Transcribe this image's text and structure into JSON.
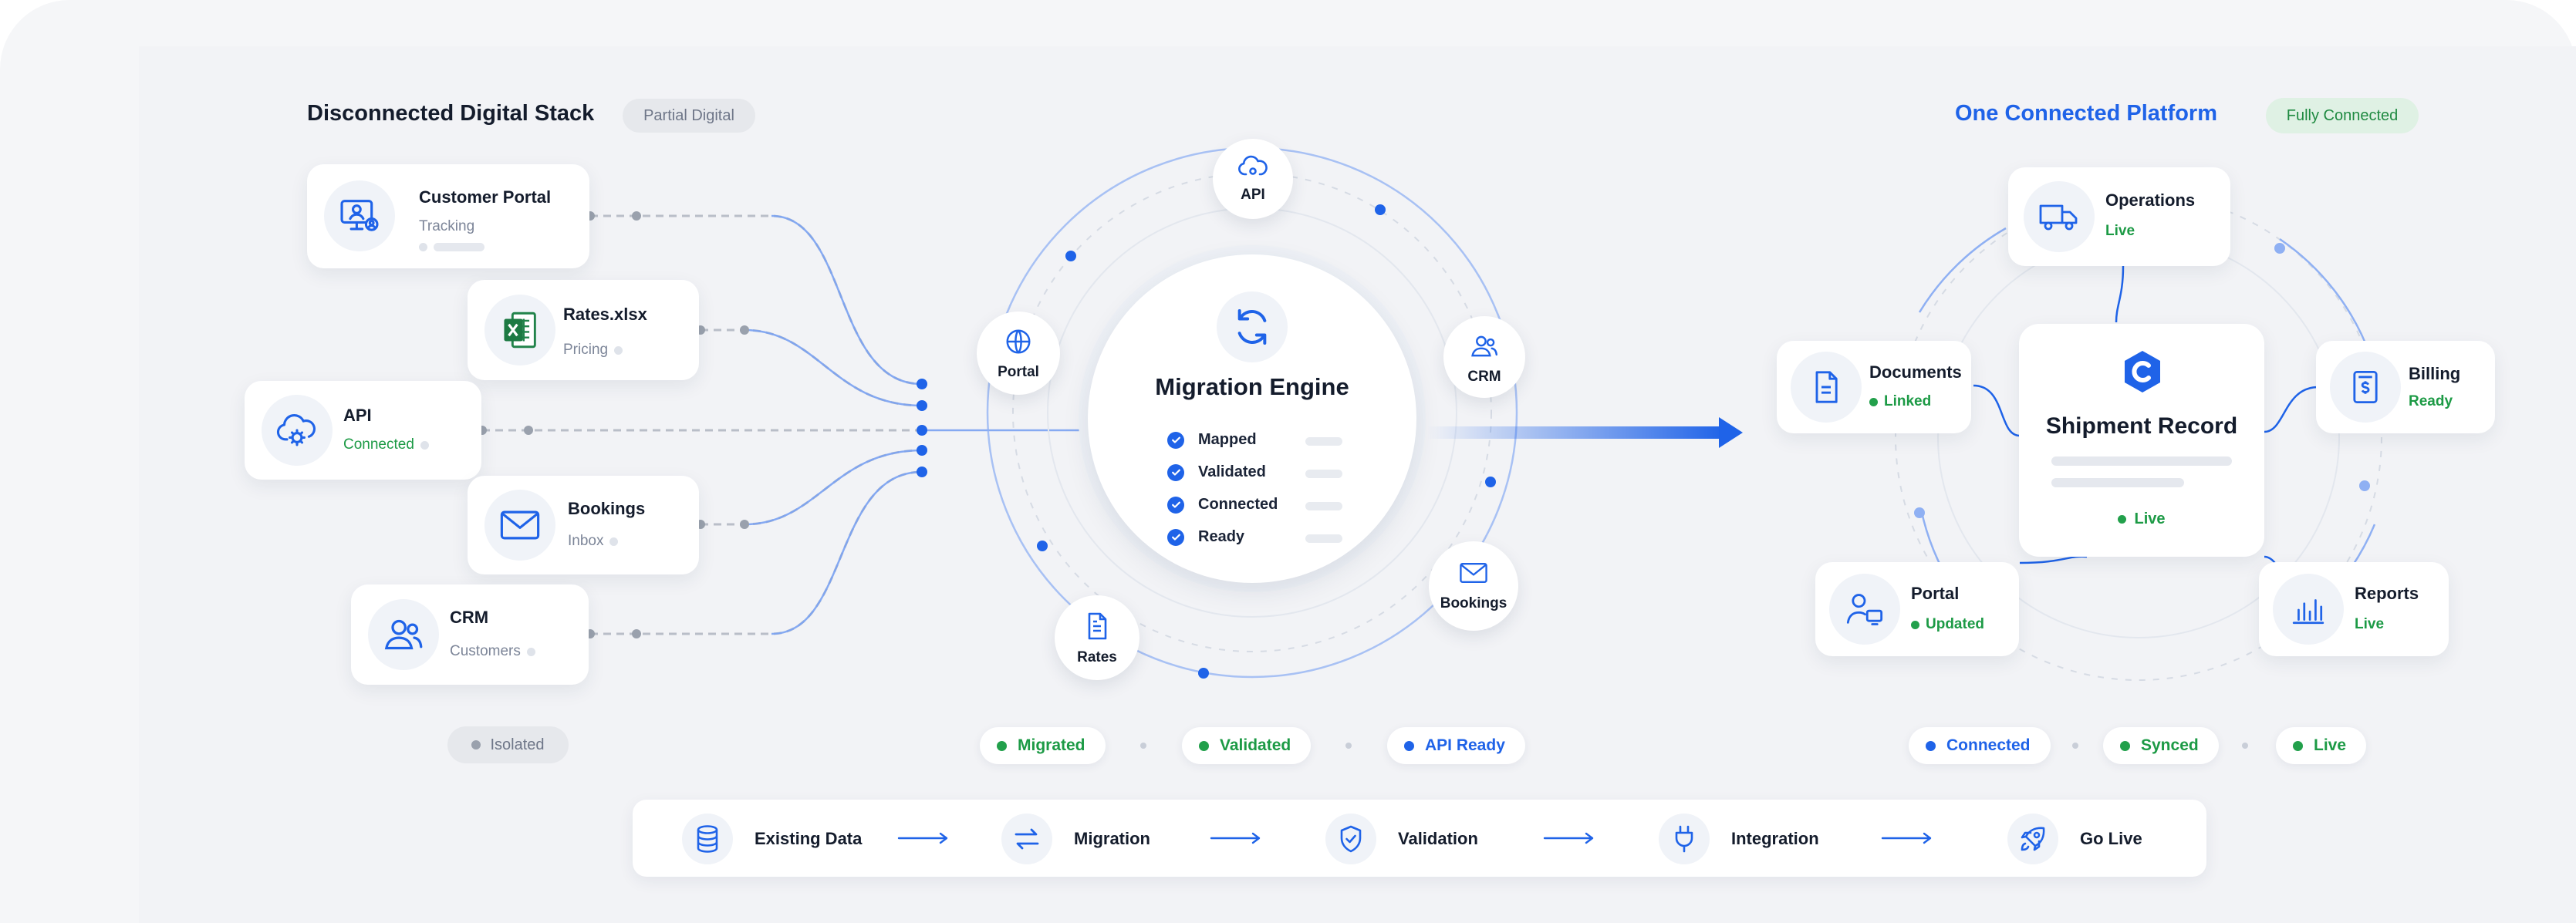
{
  "left": {
    "title": "Disconnected Digital Stack",
    "badge": "Partial Digital",
    "cards": [
      {
        "name": "Customer Portal",
        "sub": "Tracking"
      },
      {
        "name": "Rates.xlsx",
        "sub": "Pricing"
      },
      {
        "name": "API",
        "sub": "Connected"
      },
      {
        "name": "Bookings",
        "sub": "Inbox"
      },
      {
        "name": "CRM",
        "sub": "Customers"
      }
    ],
    "status": "Isolated"
  },
  "center": {
    "engine_title": "Migration Engine",
    "checklist": [
      "Mapped",
      "Validated",
      "Connected",
      "Ready"
    ],
    "nodes": {
      "api": "API",
      "portal": "Portal",
      "crm": "CRM",
      "rates": "Rates",
      "bookings": "Bookings"
    },
    "chips": [
      "Migrated",
      "Validated",
      "API Ready"
    ]
  },
  "right": {
    "title": "One Connected Platform",
    "badge": "Fully Connected",
    "hub_title": "Shipment Record",
    "hub_status": "Live",
    "cards": [
      {
        "name": "Operations",
        "sub": "Live"
      },
      {
        "name": "Documents",
        "sub": "Linked"
      },
      {
        "name": "Billing",
        "sub": "Ready"
      },
      {
        "name": "Portal",
        "sub": "Updated"
      },
      {
        "name": "Reports",
        "sub": "Live"
      }
    ],
    "chips": [
      "Connected",
      "Synced",
      "Live"
    ]
  },
  "steps": [
    "Existing Data",
    "Migration",
    "Validation",
    "Integration",
    "Go Live"
  ],
  "colors": {
    "accent": "#1f63e8",
    "green": "#22a04b",
    "muted": "#7c8598"
  }
}
